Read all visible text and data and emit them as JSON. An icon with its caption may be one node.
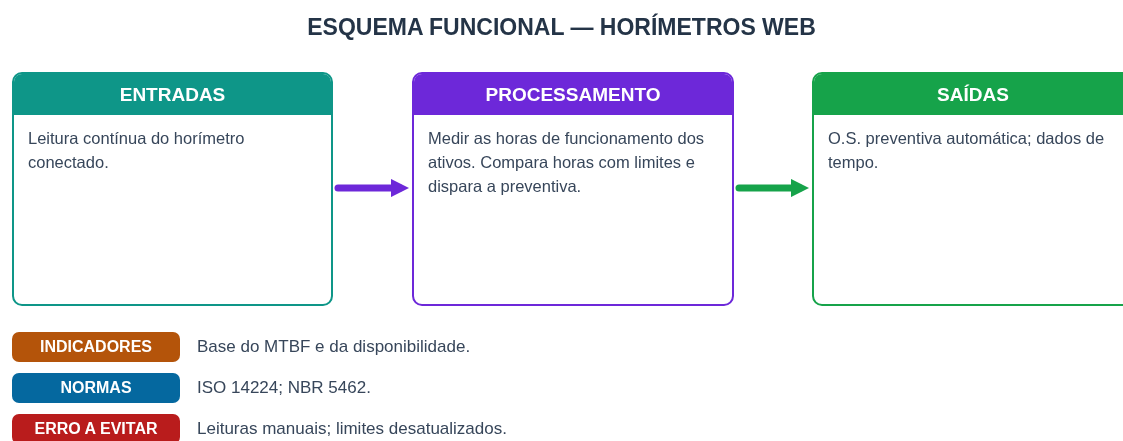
{
  "diagram": {
    "title": "ESQUEMA FUNCIONAL — HORÍMETROS WEB",
    "nodes": [
      {
        "text": [
          "ENTRADAS",
          "Leitura contínua do horímetro conectado."
        ]
      },
      {
        "text": [
          "PROCESSAMENTO",
          "Medir as horas de funcionamento dos ativos. Compara horas com limites e dispara a preventiva."
        ]
      },
      {
        "text": [
          "SAÍDAS",
          "O.S. preventiva automática; dados de tempo."
        ]
      },
      {
        "text": [
          "INDICADORES"
        ],
        "beside": [
          "Base do MTBF e da disponibilidade."
        ]
      },
      {
        "text": [
          "NORMAS"
        ],
        "beside": [
          "ISO 14224; NBR 5462."
        ]
      },
      {
        "text": [
          "ERRO A EVITAR"
        ],
        "beside": [
          "Leituras manuais; limites desatualizados."
        ]
      }
    ],
    "edges": [
      {
        "from": 0,
        "to": 1,
        "arrow": "to",
        "color": "#6d28d9"
      },
      {
        "from": 1,
        "to": 2,
        "arrow": "to",
        "color": "#16a34a"
      }
    ]
  }
}
